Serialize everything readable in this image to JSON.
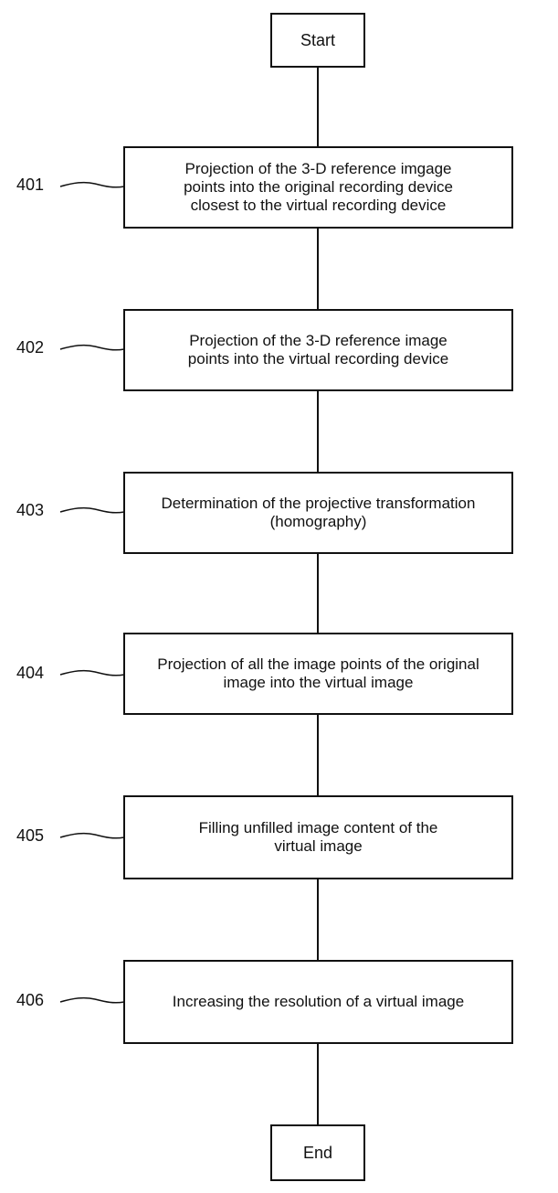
{
  "flowchart": {
    "start": "Start",
    "end": "End",
    "steps": [
      {
        "ref": "401",
        "text": "Projection of the 3-D reference imgage points into the original recording device closest to the virtual recording device"
      },
      {
        "ref": "402",
        "text": "Projection of the 3-D reference image points into the virtual recording device"
      },
      {
        "ref": "403",
        "text": "Determination of the projective transformation (homography)"
      },
      {
        "ref": "404",
        "text": "Projection of all the image points of the original image into the virtual image"
      },
      {
        "ref": "405",
        "text": "Filling unfilled image content of the virtual image"
      },
      {
        "ref": "406",
        "text": "Increasing the resolution of a virtual image"
      }
    ]
  },
  "colors": {
    "line": "#111111",
    "background": "#ffffff"
  }
}
